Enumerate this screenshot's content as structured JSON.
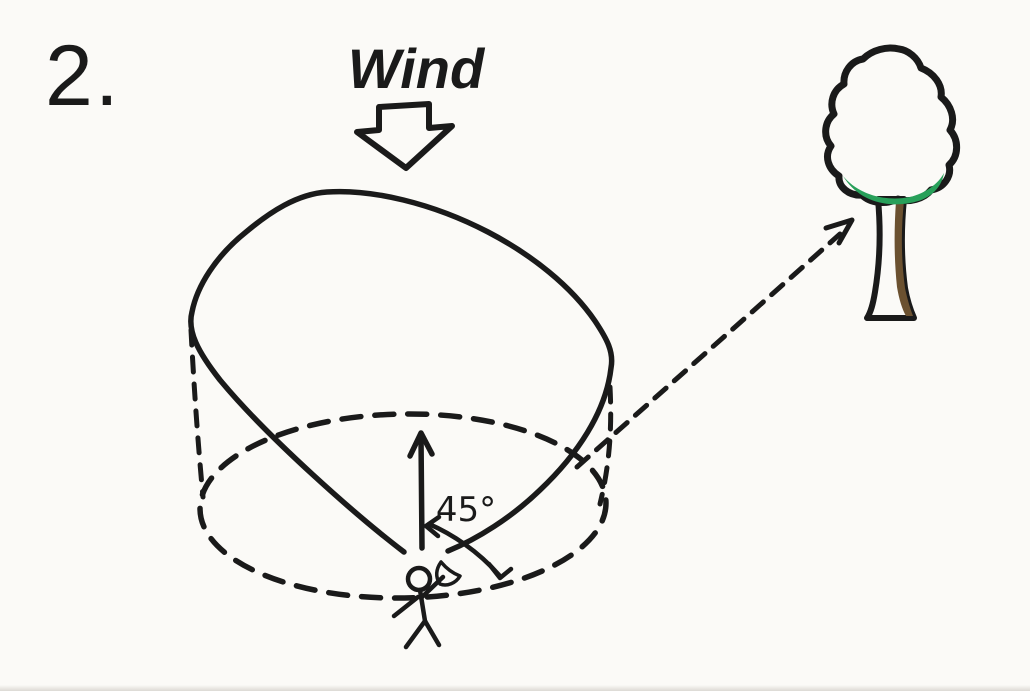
{
  "figure": {
    "number": "2."
  },
  "labels": {
    "wind": "Wind",
    "angle": "45°"
  },
  "colors": {
    "background": "#fbfaf7",
    "ink": "#1a1a1a",
    "wind_arrow": "#a87c28",
    "tree_foliage": "#2fb464",
    "tree_foliage_shade": "#28a05a",
    "tree_trunk": "#9a7a40",
    "tree_trunk_shade": "#6b5130",
    "kite_handle": "#5c1626"
  }
}
